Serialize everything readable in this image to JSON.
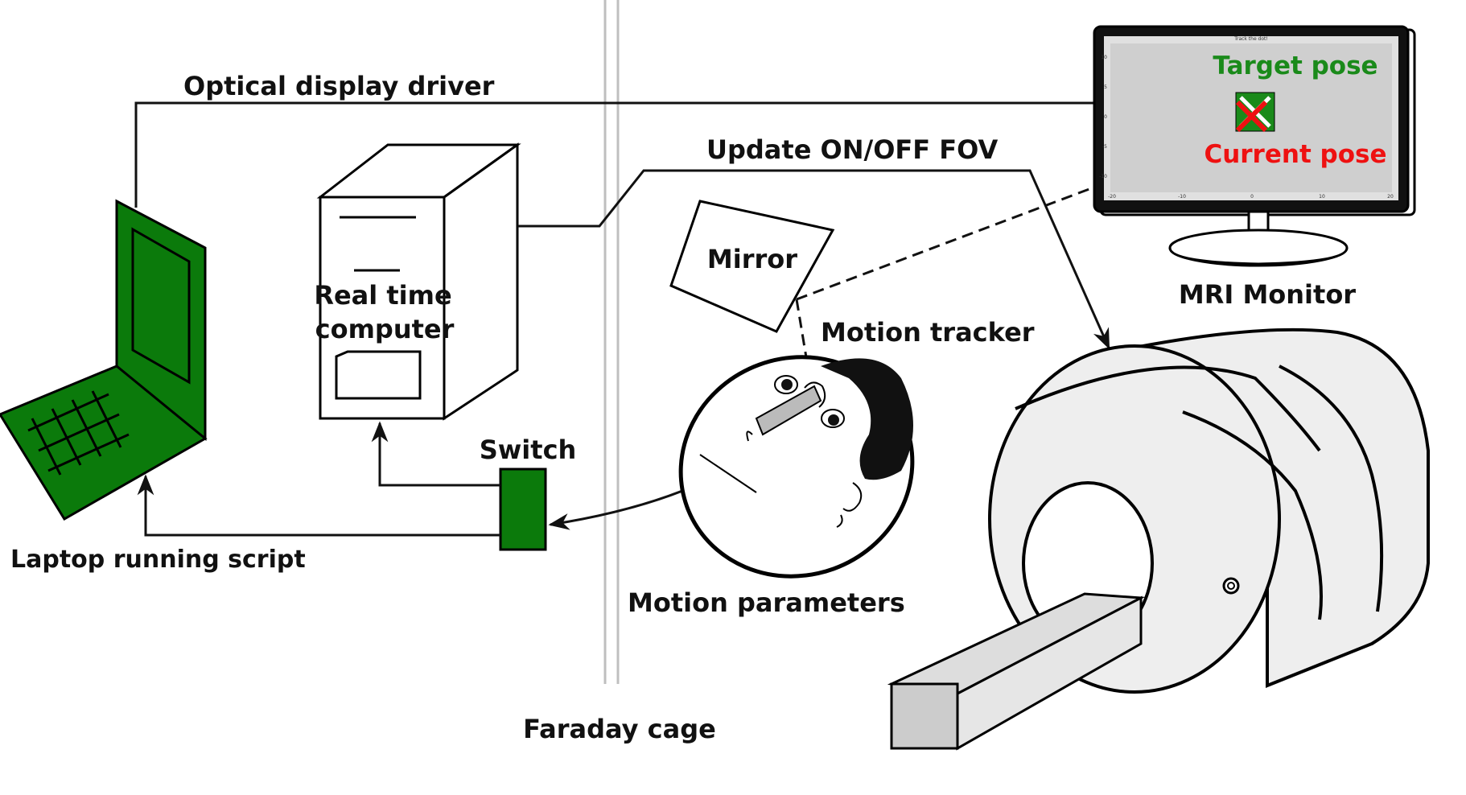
{
  "labels": {
    "optical_display_driver": "Optical display driver",
    "update_fov": "Update ON/OFF FOV",
    "real_time_computer_line1": "Real time",
    "real_time_computer_line2": "computer",
    "switch": "Switch",
    "laptop": "Laptop running script",
    "mirror": "Mirror",
    "motion_tracker": "Motion tracker",
    "motion_parameters": "Motion parameters",
    "faraday_cage": "Faraday cage",
    "mri_monitor": "MRI Monitor",
    "target_pose": "Target pose",
    "current_pose": "Current pose",
    "screen_title": "Track the dot!"
  },
  "screen_axes": {
    "y_ticks": [
      "10",
      "5",
      "0",
      "-5",
      "-10"
    ],
    "x_ticks": [
      "-20",
      "-10",
      "0",
      "10",
      "20"
    ]
  },
  "colors": {
    "laptop_green": "#0b7a0b",
    "target_green": "#1a8a1a",
    "current_red": "#ee1111",
    "scanner_fill": "#eeeeee",
    "faraday_line": "#bfbfbf"
  }
}
